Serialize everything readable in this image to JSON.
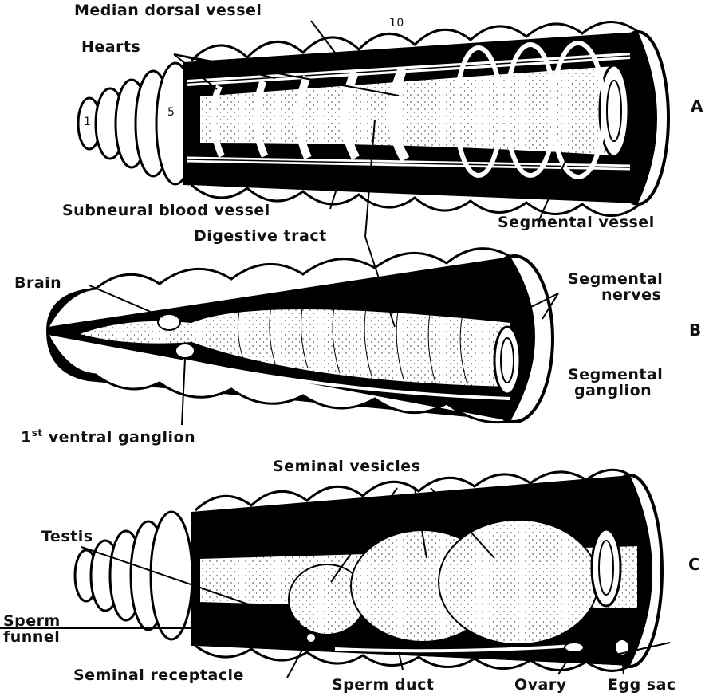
{
  "panels": {
    "a": "A",
    "b": "B",
    "c": "C"
  },
  "segment_numbers": {
    "n1": "1",
    "n5": "5",
    "n10": "10"
  },
  "labels": {
    "median_dorsal_vessel": "Median dorsal vessel",
    "hearts": "Hearts",
    "subneural_blood_vessel": "Subneural blood vessel",
    "segmental_vessel": "Segmental vessel",
    "digestive_tract": "Digestive tract",
    "brain": "Brain",
    "segmental_nerves_line1": "Segmental",
    "segmental_nerves_line2": "nerves",
    "segmental_ganglion_line1": "Segmental",
    "segmental_ganglion_line2": "ganglion",
    "first_ventral_ganglion_number": "1",
    "first_ventral_ganglion_suffix": "st",
    "first_ventral_ganglion_text": "ventral ganglion",
    "seminal_vesicles": "Seminal vesicles",
    "testis": "Testis",
    "sperm_funnel_line1": "Sperm",
    "sperm_funnel_line2": "funnel",
    "seminal_receptacle": "Seminal receptacle",
    "sperm_duct": "Sperm duct",
    "ovary": "Ovary",
    "egg_sac": "Egg sac"
  }
}
